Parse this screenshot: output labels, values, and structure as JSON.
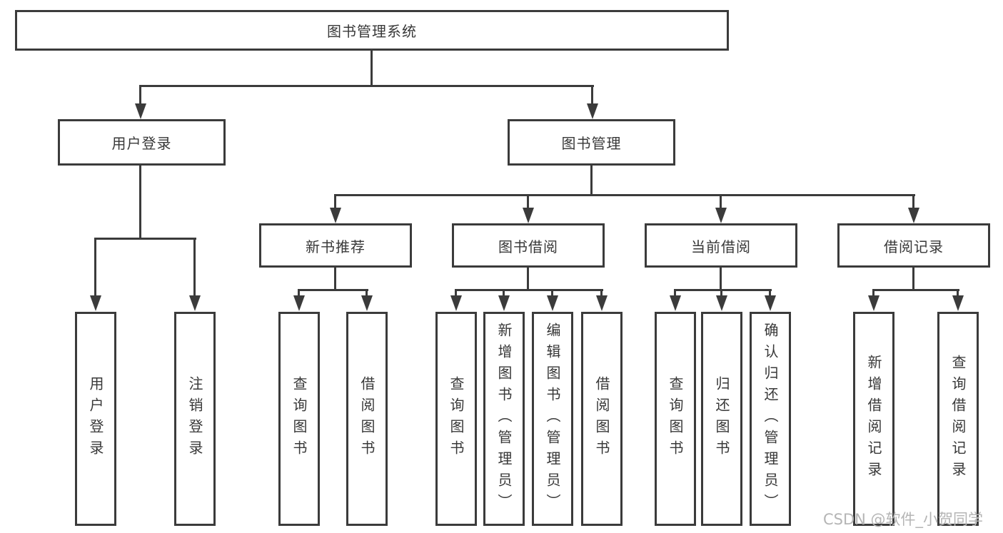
{
  "diagram_type": "org-tree",
  "tree": {
    "root": {
      "label": "图书管理系统"
    },
    "children": [
      {
        "label": "用户登录",
        "children": [
          {
            "label": "用户登录"
          },
          {
            "label": "注销登录"
          }
        ]
      },
      {
        "label": "图书管理",
        "children": [
          {
            "label": "新书推荐",
            "children": [
              {
                "label": "查询图书"
              },
              {
                "label": "借阅图书"
              }
            ]
          },
          {
            "label": "图书借阅",
            "children": [
              {
                "label": "查询图书"
              },
              {
                "label": "新增图书（管理员）"
              },
              {
                "label": "编辑图书（管理员）"
              },
              {
                "label": "借阅图书"
              }
            ]
          },
          {
            "label": "当前借阅",
            "children": [
              {
                "label": "查询图书"
              },
              {
                "label": "归还图书"
              },
              {
                "label": "确认归还（管理员）"
              }
            ]
          },
          {
            "label": "借阅记录",
            "children": [
              {
                "label": "新增借阅记录"
              },
              {
                "label": "查询借阅记录"
              }
            ]
          }
        ]
      }
    ]
  },
  "watermark": {
    "text": "CSDN @软件_小贺同学"
  },
  "colors": {
    "line": "#3b3b3b",
    "box_border": "#3b3b3b",
    "text": "#383838",
    "watermark_text": "#b5b5b5",
    "background": "#ffffff"
  }
}
